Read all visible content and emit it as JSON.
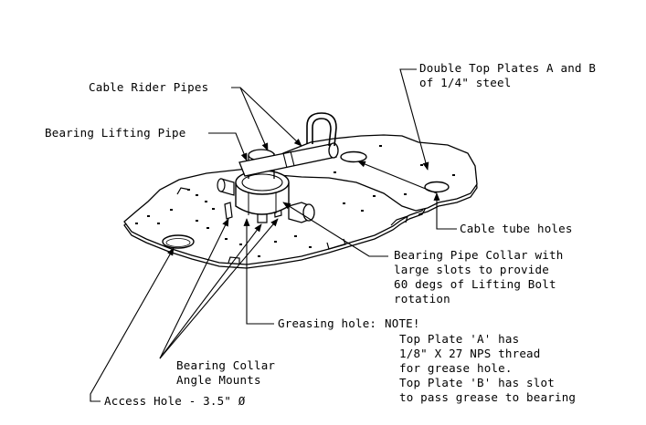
{
  "labels": {
    "double_top_plates_1": "Double Top Plates A and B",
    "double_top_plates_2": "of 1/4\" steel",
    "cable_rider_pipes": "Cable Rider Pipes",
    "bearing_lifting_pipe": "Bearing Lifting Pipe",
    "cable_tube_holes": "Cable tube holes",
    "collar_1": "Bearing Pipe Collar with",
    "collar_2": "large slots to provide",
    "collar_3": "60 degs of Lifting Bolt",
    "collar_4": "rotation",
    "greasing_hole": "Greasing hole:",
    "note_title": "NOTE!",
    "note_1": "Top Plate 'A' has",
    "note_2": "1/8\" X 27 NPS thread",
    "note_3": "for grease hole.",
    "note_4": "Top Plate 'B' has slot",
    "note_5": "to pass grease to bearing",
    "angle_mounts_1": "Bearing Collar",
    "angle_mounts_2": "Angle Mounts",
    "access_hole": "Access Hole - 3.5\" Ø"
  }
}
